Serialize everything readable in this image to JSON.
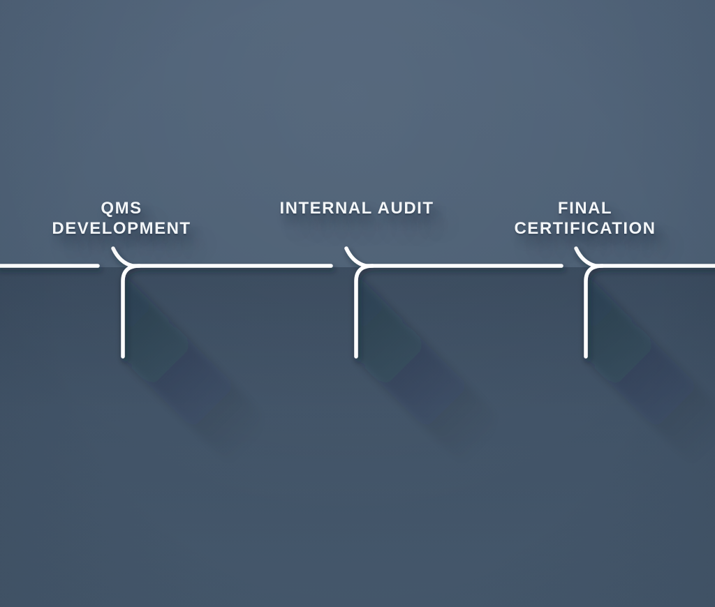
{
  "diagram": {
    "type": "process-timeline",
    "orientation": "horizontal",
    "stages": [
      {
        "id": "qms-development",
        "lines": [
          "QMS",
          "DEVELOPMENT"
        ]
      },
      {
        "id": "internal-audit",
        "lines": [
          "INTERNAL AUDIT"
        ]
      },
      {
        "id": "final-certification",
        "lines": [
          "FINAL",
          "CERTIFICATION"
        ]
      }
    ],
    "colors": {
      "background_top": "#4f6278",
      "background_bottom": "#475a6e",
      "line": "#ffffff",
      "text": "#f3f6f8",
      "shadow": "#101c2c"
    }
  }
}
